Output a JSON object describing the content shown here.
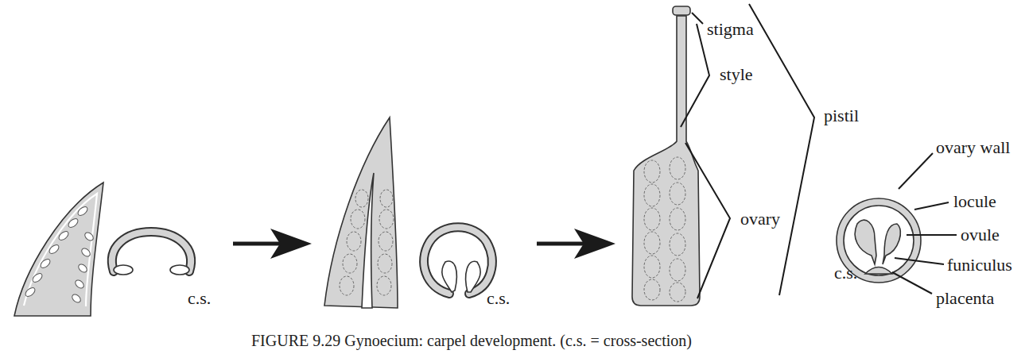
{
  "diagram": {
    "caption": "FIGURE 9.29 Gynoecium: carpel development. (c.s. = cross-section)",
    "labels": [
      "c.s.",
      "c.s.",
      "stigma",
      "style",
      "pistil",
      "ovary",
      "ovary wall",
      "locule",
      "ovule",
      "funiculus",
      "c.s.",
      "placenta"
    ]
  }
}
